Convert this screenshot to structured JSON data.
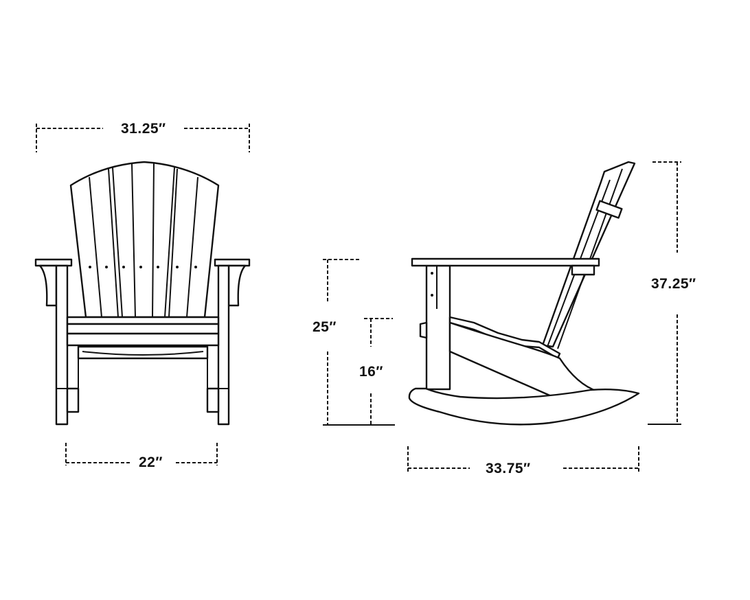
{
  "dimensions": {
    "front_width": "31.25″",
    "front_seat_width": "22″",
    "arm_height": "25″",
    "seat_height": "16″",
    "overall_height": "37.25″",
    "overall_depth": "33.75″"
  },
  "colors": {
    "line": "#111111",
    "background": "#ffffff"
  }
}
